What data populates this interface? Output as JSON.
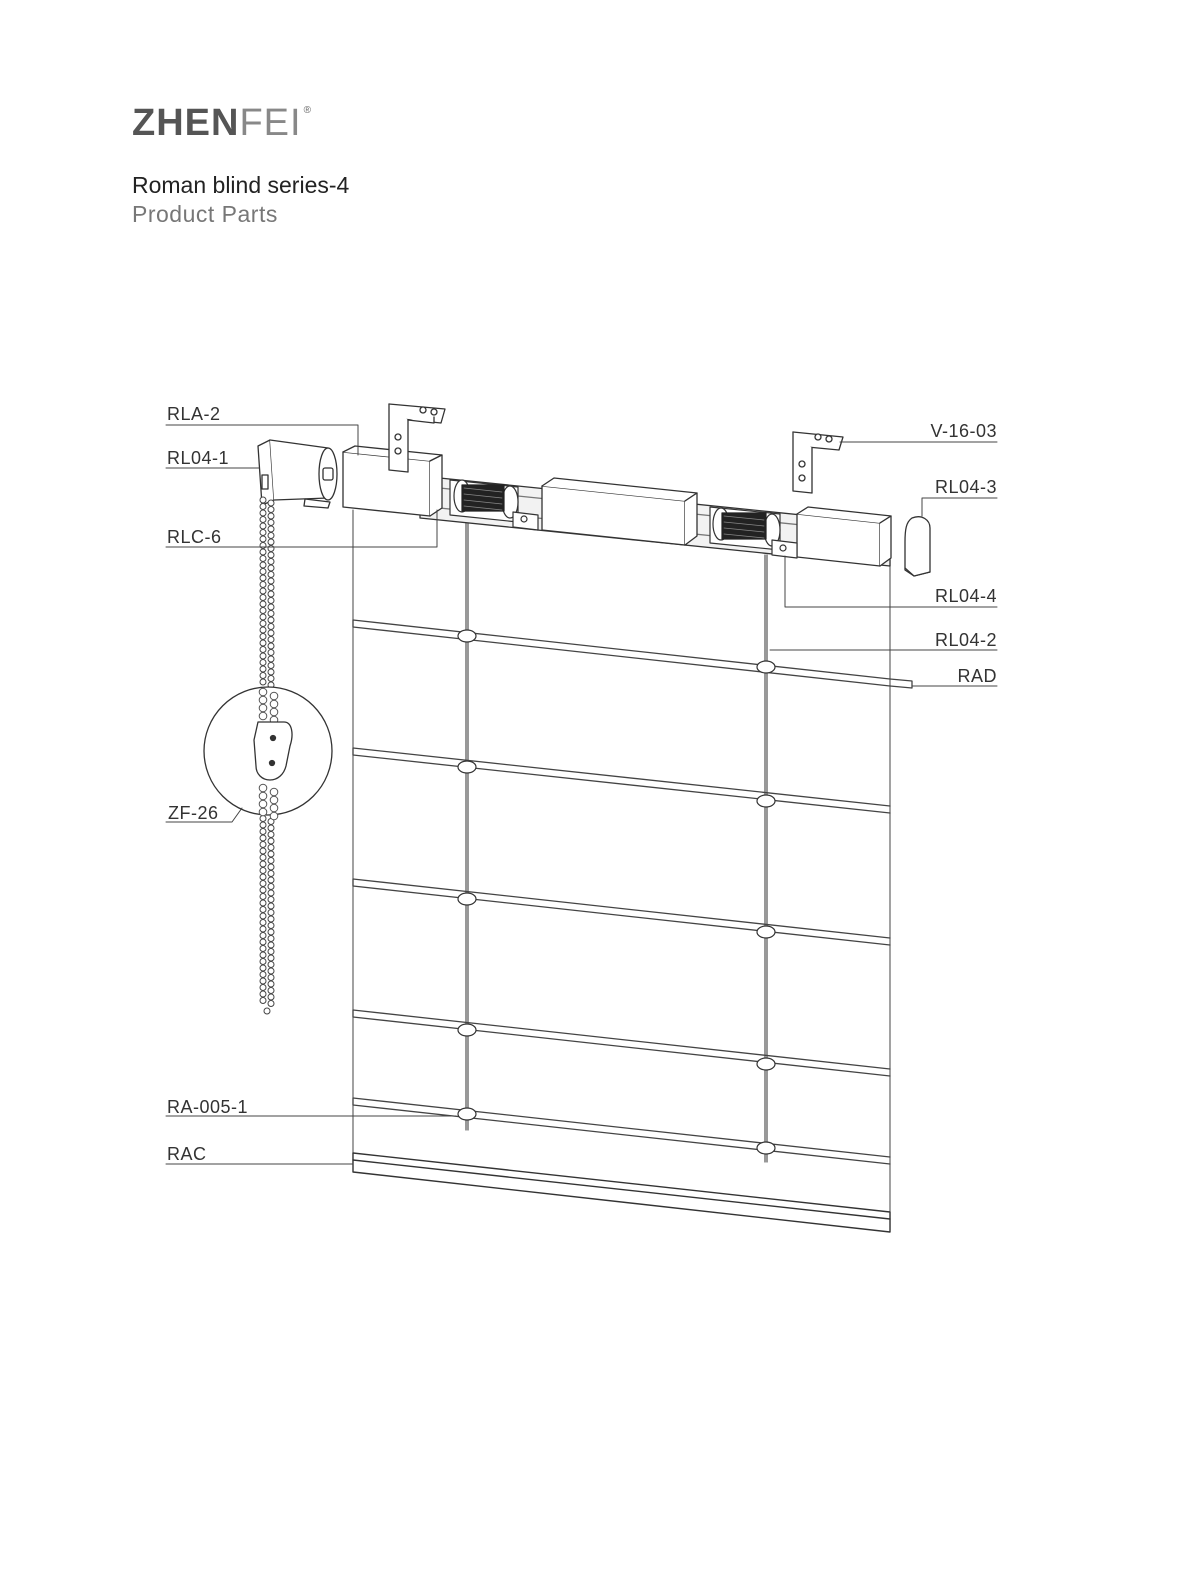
{
  "brand": {
    "name_bold": "ZHEN",
    "name_light": "FEI",
    "registered": "®"
  },
  "heading": {
    "title": "Roman blind series-4",
    "subtitle": "Product Parts"
  },
  "parts": {
    "rla2": "RLA-2",
    "rl041": "RL04-1",
    "rlc6": "RLC-6",
    "zf26": "ZF-26",
    "ra0051": "RA-005-1",
    "rac": "RAC",
    "v1603": "V-16-03",
    "rl043": "RL04-3",
    "rl044": "RL04-4",
    "rl042": "RL04-2",
    "rad": "RAD"
  }
}
